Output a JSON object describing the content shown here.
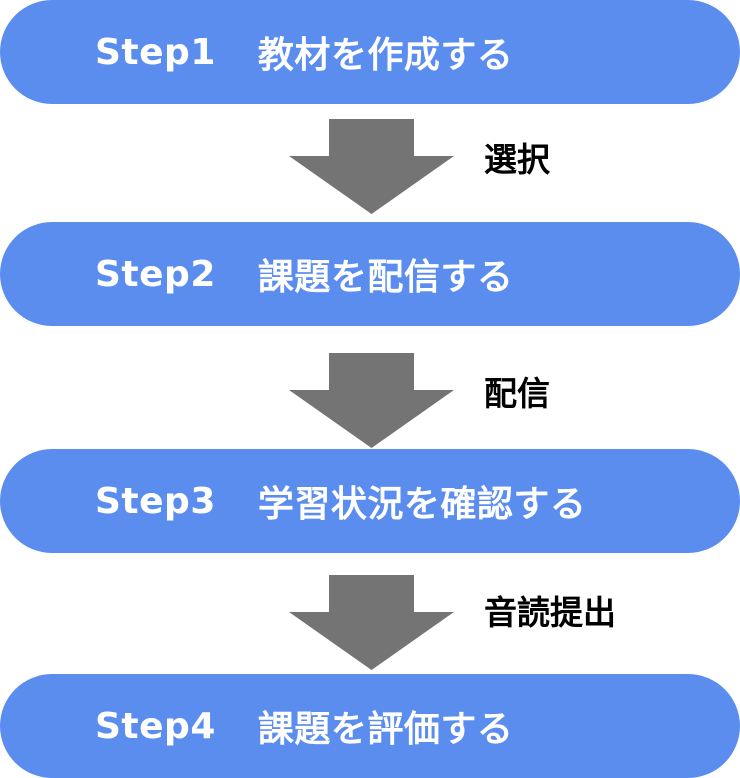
{
  "colors": {
    "step_fill": "#5b8def",
    "step_text": "#ffffff",
    "arrow_fill": "#747474",
    "label_text": "#000000"
  },
  "steps": [
    {
      "number": "Step1",
      "text": "教材を作成する"
    },
    {
      "number": "Step2",
      "text": "課題を配信する"
    },
    {
      "number": "Step3",
      "text": "学習状況を確認する"
    },
    {
      "number": "Step4",
      "text": "課題を評価する"
    }
  ],
  "transitions": [
    {
      "label": "選択"
    },
    {
      "label": "配信"
    },
    {
      "label": "音読提出"
    }
  ]
}
